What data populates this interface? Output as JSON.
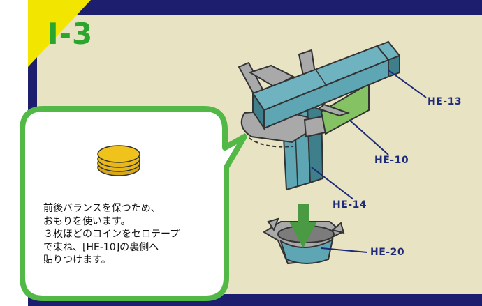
{
  "step": {
    "title": "I-3"
  },
  "parts": [
    {
      "id": "he13",
      "label": "HE-13"
    },
    {
      "id": "he10",
      "label": "HE-10"
    },
    {
      "id": "he14",
      "label": "HE-14"
    },
    {
      "id": "he20",
      "label": "HE-20"
    }
  ],
  "note": {
    "lines": [
      "前後バランスを保つため、",
      "おもりを使います。",
      "３枚ほどのコインをセロテープ",
      "で束ね、[HE-10]の裏側へ",
      "貼りつけます。"
    ]
  },
  "colors": {
    "frame": "#1d1f6e",
    "background": "#e8e3c3",
    "title_tab": "#f2e600",
    "title_text": "#2aa62e",
    "bubble_border": "#52b947",
    "part_blue": "#5ea6b4",
    "part_green": "#84c264",
    "part_gray": "#a9a9a9",
    "coin": "#f0c31c",
    "arrow": "#4a9a44",
    "label": "#1d2a7a"
  }
}
